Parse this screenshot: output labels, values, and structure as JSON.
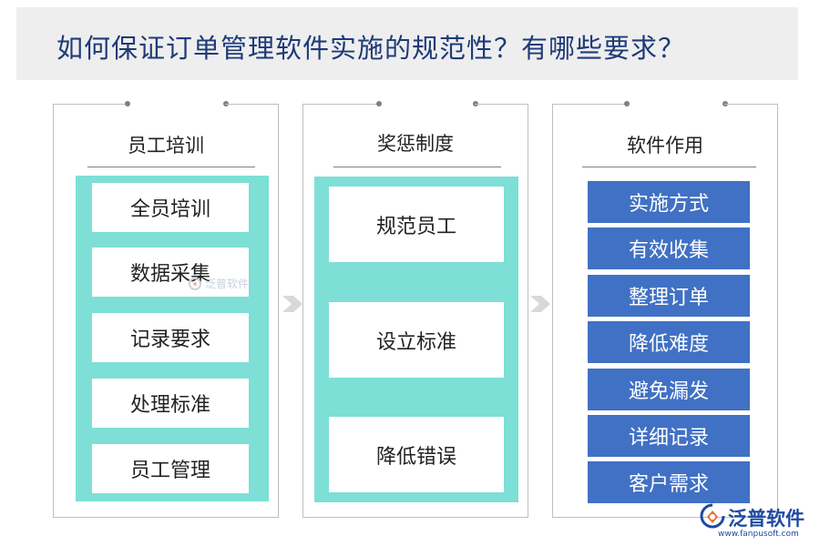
{
  "title": "如何保证订单管理软件实施的规范性？有哪些要求？",
  "panels": [
    {
      "heading": "员工培训",
      "items": [
        "全员培训",
        "数据采集",
        "记录要求",
        "处理标准",
        "员工管理"
      ]
    },
    {
      "heading": "奖惩制度",
      "items": [
        "规范员工",
        "设立标准",
        "降低错误"
      ]
    },
    {
      "heading": "软件作用",
      "items": [
        "实施方式",
        "有效收集",
        "整理订单",
        "降低难度",
        "避免漏发",
        "详细记录",
        "客户需求"
      ]
    }
  ],
  "watermark": {
    "text": "泛普软件"
  },
  "logo": {
    "name": "泛普软件",
    "url": "www.fanpusoft.com"
  },
  "colors": {
    "title": "#1e3b78",
    "teal": "#7ddfd6",
    "blue": "#4171c4",
    "logo": "#1f4aa0"
  }
}
